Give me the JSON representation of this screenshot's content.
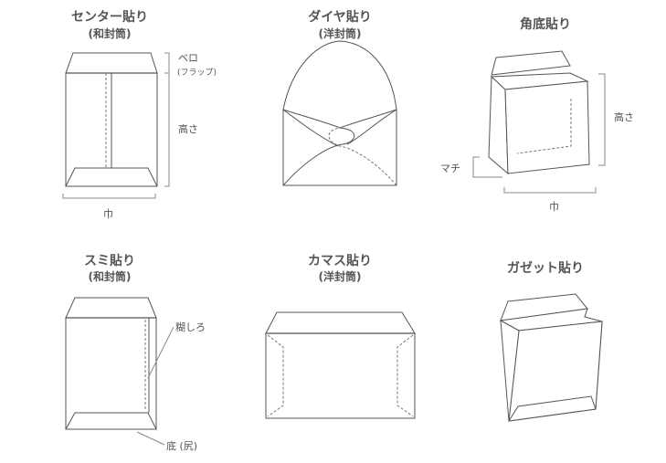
{
  "envelopes": [
    {
      "title": "センター貼り",
      "subtitle": "(和封筒)",
      "labels": {
        "flap": "ベロ",
        "flap_sub": "(フラップ)",
        "height": "高さ",
        "width": "巾"
      }
    },
    {
      "title": "ダイヤ貼り",
      "subtitle": "(洋封筒)"
    },
    {
      "title": "角底貼り",
      "labels": {
        "height": "高さ",
        "gusset": "マチ",
        "width": "巾"
      }
    },
    {
      "title": "スミ貼り",
      "subtitle": "(和封筒)",
      "labels": {
        "glue": "糊しろ",
        "bottom": "底 (尻)"
      }
    },
    {
      "title": "カマス貼り",
      "subtitle": "(洋封筒)"
    },
    {
      "title": "ガゼット貼り"
    }
  ]
}
